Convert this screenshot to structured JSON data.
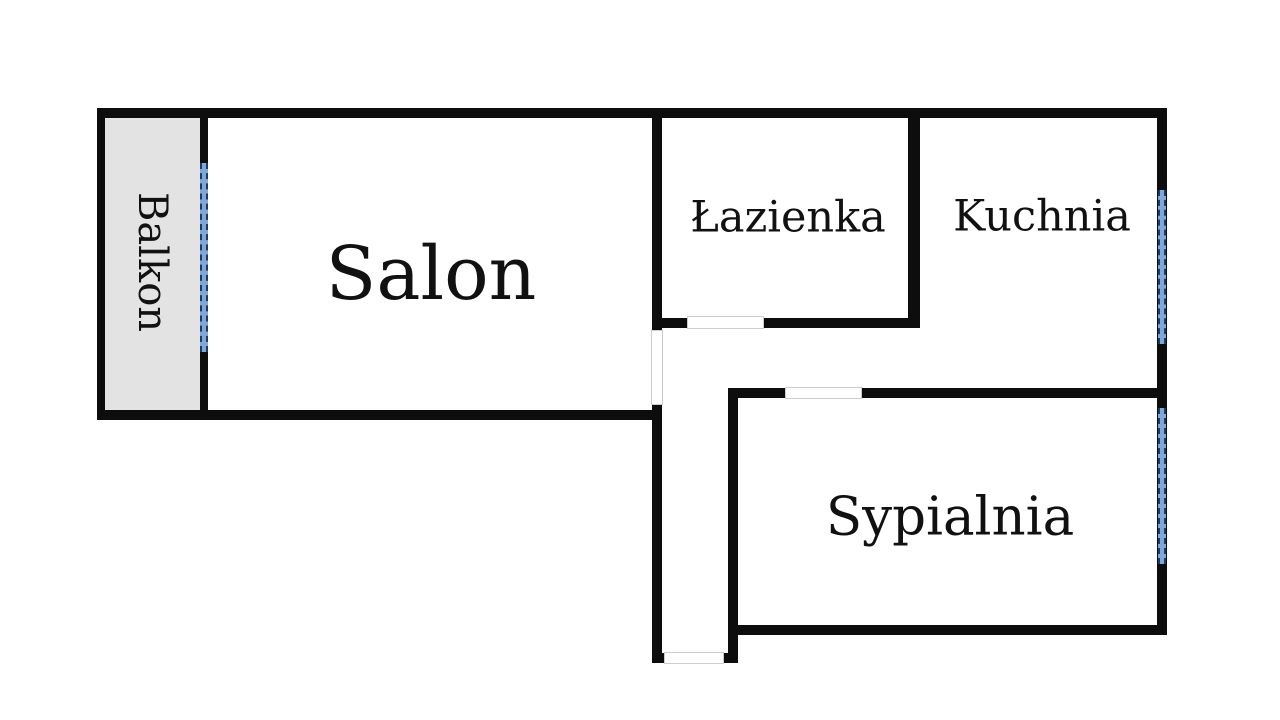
{
  "plan": {
    "rooms": {
      "balkon": {
        "label": "Balkon"
      },
      "salon": {
        "label": "Salon"
      },
      "lazienka": {
        "label": "Łazienka"
      },
      "kuchnia": {
        "label": "Kuchnia"
      },
      "sypialnia": {
        "label": "Sypialnia"
      }
    },
    "features": {
      "windows": [
        "balkon-salon-wall",
        "kuchnia-right-wall",
        "sypialnia-right-wall"
      ],
      "doors": [
        "lazienka-to-hall",
        "salon-to-hall",
        "sypialnia-to-hall",
        "hall-bottom"
      ]
    }
  },
  "colors": {
    "wall": "#0d0d0d",
    "background": "#ffffff",
    "balkon_fill": "#e3e3e3",
    "window_light": "#7fa8d9",
    "window_dark": "#1d3a63",
    "door_edge": "#cccccc",
    "label_text": "#111111"
  }
}
